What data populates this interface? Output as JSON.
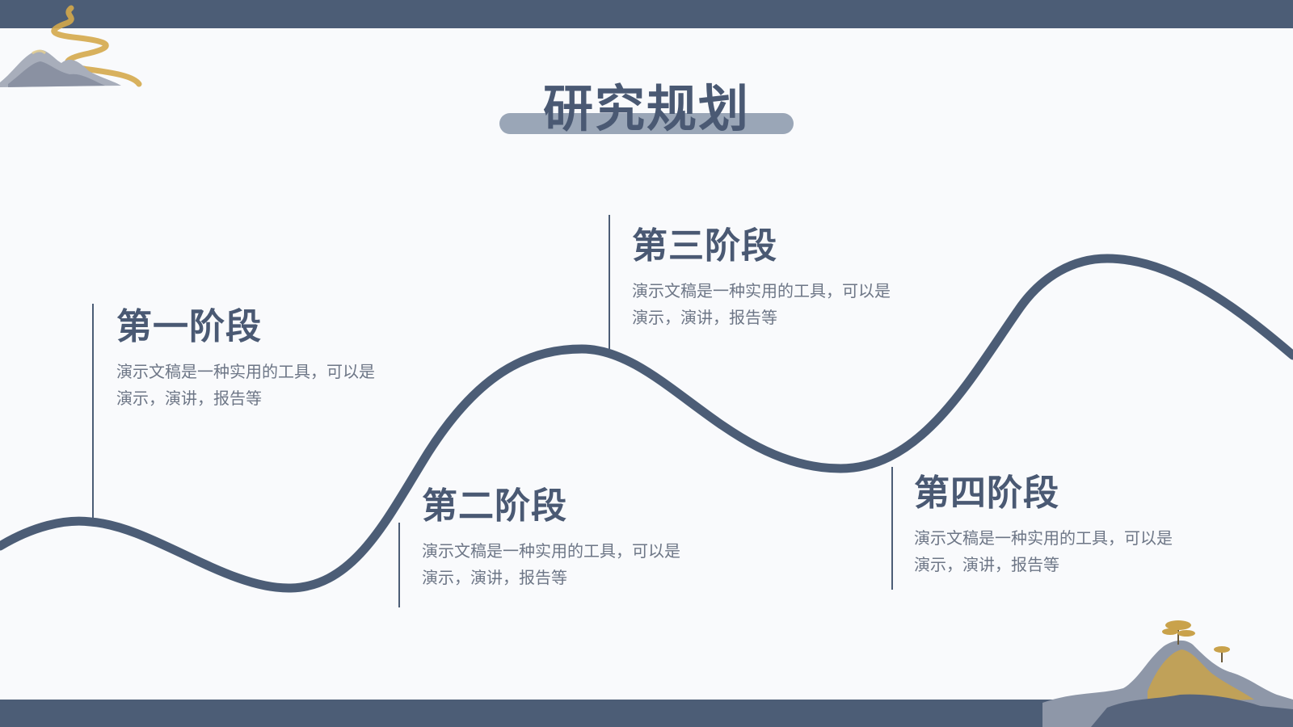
{
  "slide": {
    "title": "研究规划",
    "colors": {
      "primary": "#4c5d76",
      "accent_gold": "#d4a84b",
      "background": "#f9fafc"
    }
  },
  "stages": [
    {
      "title": "第一阶段",
      "desc_line1": "演示文稿是一种实用的工具，可以是",
      "desc_line2": "演示，演讲，报告等"
    },
    {
      "title": "第二阶段",
      "desc_line1": "演示文稿是一种实用的工具，可以是",
      "desc_line2": "演示，演讲，报告等"
    },
    {
      "title": "第三阶段",
      "desc_line1": "演示文稿是一种实用的工具，可以是",
      "desc_line2": "演示，演讲，报告等"
    },
    {
      "title": "第四阶段",
      "desc_line1": "演示文稿是一种实用的工具，可以是",
      "desc_line2": "演示，演讲，报告等"
    }
  ],
  "decorations": [
    "mountain-river-ornament",
    "mountain-pine-ornament"
  ]
}
